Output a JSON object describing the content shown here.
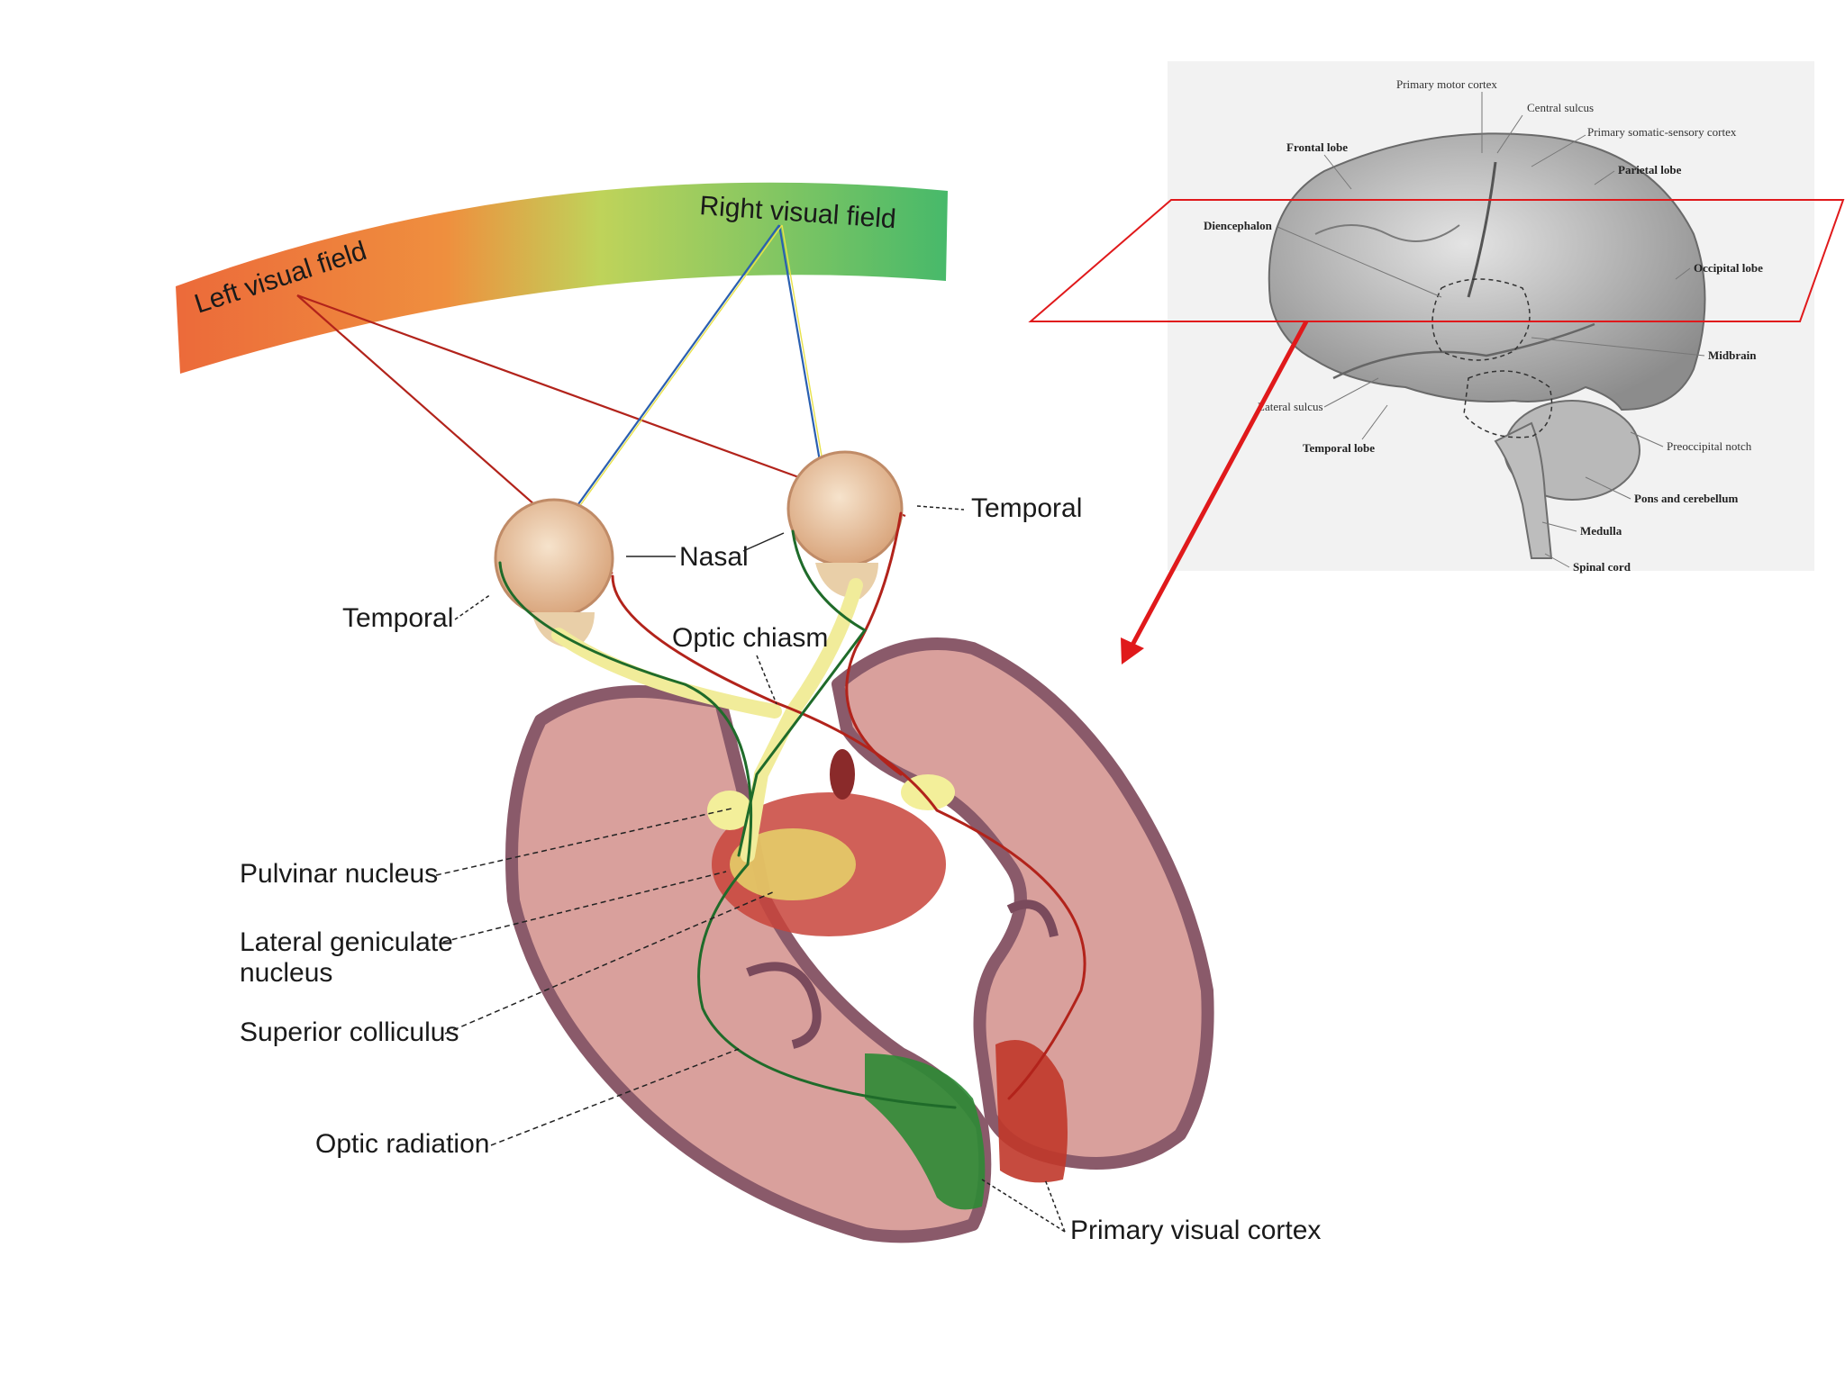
{
  "visual_field": {
    "left_label": "Left visual field",
    "right_label": "Right visual field"
  },
  "pathway_labels": {
    "temporal_left": "Temporal",
    "nasal": "Nasal",
    "temporal_right": "Temporal",
    "optic_chiasm": "Optic chiasm",
    "pulvinar": "Pulvinar nucleus",
    "lgn_line1": "Lateral geniculate",
    "lgn_line2": "nucleus",
    "superior_colliculus": "Superior colliculus",
    "optic_radiation": "Optic radiation",
    "primary_visual_cortex": "Primary visual cortex"
  },
  "brain_inset": {
    "primary_motor_cortex": "Primary motor cortex",
    "central_sulcus": "Central sulcus",
    "primary_somatic_sensory_cortex": "Primary somatic-sensory cortex",
    "frontal_lobe": "Frontal lobe",
    "parietal_lobe": "Parietal lobe",
    "diencephalon": "Diencephalon",
    "occipital_lobe": "Occipital lobe",
    "midbrain": "Midbrain",
    "lateral_sulcus": "Lateral sulcus",
    "temporal_lobe": "Temporal lobe",
    "preoccipital_notch": "Preoccipital notch",
    "pons_cerebellum": "Pons and cerebellum",
    "medulla": "Medulla",
    "spinal_cord": "Spinal cord"
  },
  "colors": {
    "left_path": "#b2231b",
    "right_path": "#1f6b2a",
    "yellow_path": "#e8e24a",
    "blue_path": "#2a5fb0",
    "cortex_tissue": "#d9a09c",
    "cortex_edge": "#8a5a6a",
    "arrow_red": "#e0191b"
  }
}
